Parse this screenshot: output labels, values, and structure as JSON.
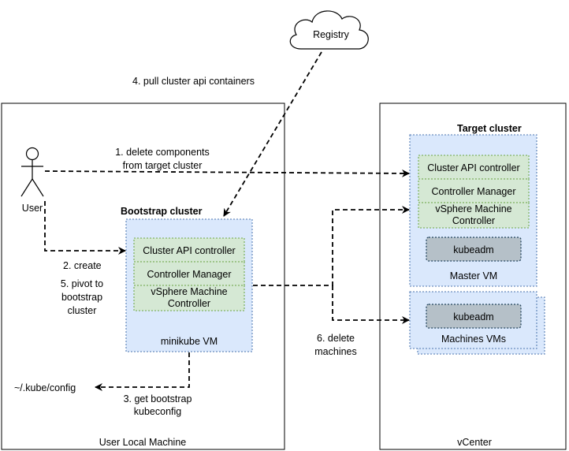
{
  "colors": {
    "frame": "#000000",
    "vm_fill": "#dae8fc",
    "vm_border": "#6c8ebf",
    "component_fill": "#d5e8d4",
    "component_border": "#82b366",
    "kubeadm_fill": "#b5c0c8",
    "kubeadm_border": "#23445d",
    "arrow": "#000000"
  },
  "frames": {
    "local_machine_label": "User Local Machine",
    "vcenter_label": "vCenter"
  },
  "registry": {
    "label": "Registry"
  },
  "user": {
    "label": "User"
  },
  "bootstrap": {
    "title": "Bootstrap cluster",
    "components": [
      "Cluster API controller",
      "Controller Manager",
      "vSphere Machine",
      "Controller"
    ],
    "vm_label": "minikube VM"
  },
  "target": {
    "title": "Target cluster",
    "components": [
      "Cluster API controller",
      "Controller Manager",
      "vSphere Machine",
      "Controller"
    ],
    "kubeadm": "kubeadm",
    "vm_label": "Master VM"
  },
  "machines": {
    "kubeadm": "kubeadm",
    "label": "Machines VMs"
  },
  "kubeconfig_path": "~/.kube/config",
  "steps": {
    "s1_line1": "1. delete components",
    "s1_line2": "from target cluster",
    "s2": "2. create",
    "s3_line1": "3. get bootstrap",
    "s3_line2": "kubeconfig",
    "s4": "4. pull cluster api containers",
    "s5_line1": "5. pivot to",
    "s5_line2": "bootstrap",
    "s5_line3": "cluster",
    "s6_line1": "6. delete",
    "s6_line2": "machines"
  }
}
